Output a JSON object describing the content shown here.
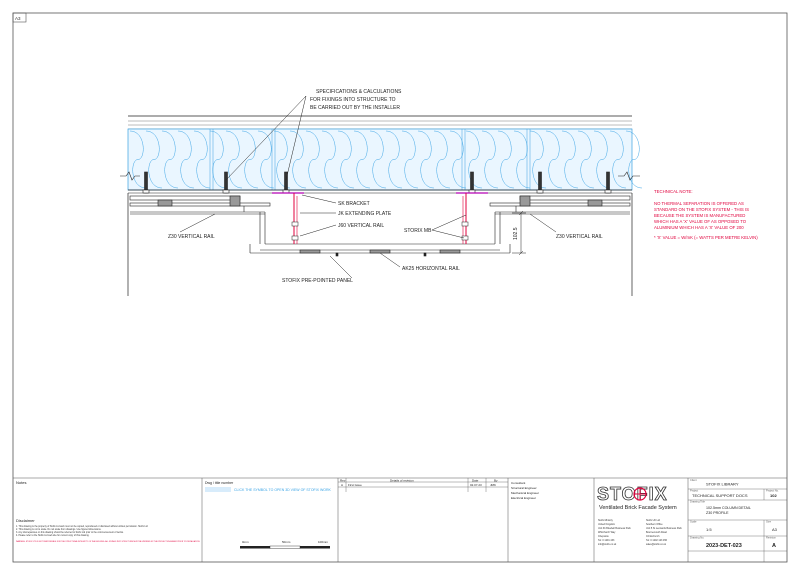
{
  "sheet_corner_label": "A3",
  "callouts": {
    "spec_line1": "SPECIFICATIONS & CALCULATIONS",
    "spec_line2": "FOR FIXINGS INTO STRUCTURE TO",
    "spec_line3": "BE CARRIED OUT BY THE INSTALLER",
    "sk_bracket": "SK BRACKET",
    "jk_plate": "JK EXTENDING PLATE",
    "j60_rail": "J60 VERTICAL RAIL",
    "storix_mb": "STORIX MB",
    "z30_left": "Z30 VERTICAL RAIL",
    "z30_right": "Z30 VERTICAL RAIL",
    "ak25_rail": "AK25 HORIZONTAL RAIL",
    "panel": "STOFIX PRE-POINTED PANEL",
    "dimension": "102.5"
  },
  "tech_note": {
    "heading": "TECHNICAL NOTE:",
    "line1": "NO THERMAL SEPARATION IS OFFERED AS",
    "line2": "STANDARD ON THE STOFIX SYSTEM - THIS IS",
    "line3": "BECAUSE THE SYSTEM IS MANUFACTURED",
    "line4": "WHICH HAS A 'X' VALUE OF AS OPPOSED TO",
    "line5": "ALUMINIUM WHICH HAS A 'X' VALUE OF 200",
    "line6": "* 'X' VALUE = W/mK (= WATTS PER METRE KELVIN)"
  },
  "title_block": {
    "notes_label": "Notes",
    "disclaimer_label": "Disclaimer",
    "disclaimer_lines": [
      "1.    This drawing is the property of Stofix Ltd and must not be copied, reproduced or disclosed without written permission. Stofix Ltd",
      "2.    This drawing is not to scale. Do not scale from drawings. Use figured dimensions.",
      "3.    Any discrepancies on this drawing should be referred to Stofix Ltd prior to the commencement of works.",
      "4.    Please refer to the Stofix Ltd web site for current copy of this drawing."
    ],
    "warning_text": "WARNING: STOFIX LTD IS NOT RESPONSIBLE FOR THE STRUCTURAL INTEGRITY OF THE BUILDING. ALL FIXINGS INTO STRUCTURE MUST BE VERIFIED BY THE PROJECT ENGINEER PRIOR TO INSTALLATION.",
    "dwg_title_label": "Dwg / title number",
    "link_text": "CLICK THE SYMBOL TO OPEN 3D VIEW OF STOFIX WORK",
    "scale_labels": [
      "0mm",
      "50mm",
      "100mm"
    ],
    "rev_headers": [
      "Rev",
      "Details of revision",
      "Date",
      "By"
    ],
    "rev_rows": [
      {
        "rev": "A",
        "details": "First Issue",
        "date": "02.07.23",
        "by": "JMK"
      }
    ],
    "consultants": [
      "Consultant",
      "Structural Engineer",
      "Mechanical Engineer",
      "Electrical Engineer"
    ],
    "logo": "STOFIX",
    "tagline": "Ventilated Brick Facade System",
    "contact_left": [
      "Stofix Ministry",
      "United Kingdom",
      "Unit 3b Bluebell Business Park",
      "Whitchurch Way",
      "Chepstow",
      "Tel: 0 1291 433",
      "info@stofix.co.uk"
    ],
    "contact_right": [
      "Stofix UK Ltd",
      "Southern Office",
      "Unit 5 St Leonards Business Park",
      "Bournemouth Road",
      "Christchurch",
      "Tel: 0 1202 123 456",
      "sales@stofix.co.uk"
    ],
    "client_label": "Client",
    "client": "STOFIX LIBRARY",
    "project_label": "Project",
    "project": "TECHNICAL SUPPORT DOCS",
    "project_no_label": "Project No.",
    "project_no": "102",
    "drawing_title_label": "Drawing Title",
    "drawing_title_1": "102.5mm COLUMN DETAIL",
    "drawing_title_2": "Z30 PROFILE",
    "scale_label": "Scale",
    "scale": "1:5",
    "size_label": "Size",
    "size": "A3",
    "drawing_no_label": "Drawing No.",
    "drawing_no": "2023-DET-023",
    "revision_label": "Revision",
    "revision": "A"
  }
}
